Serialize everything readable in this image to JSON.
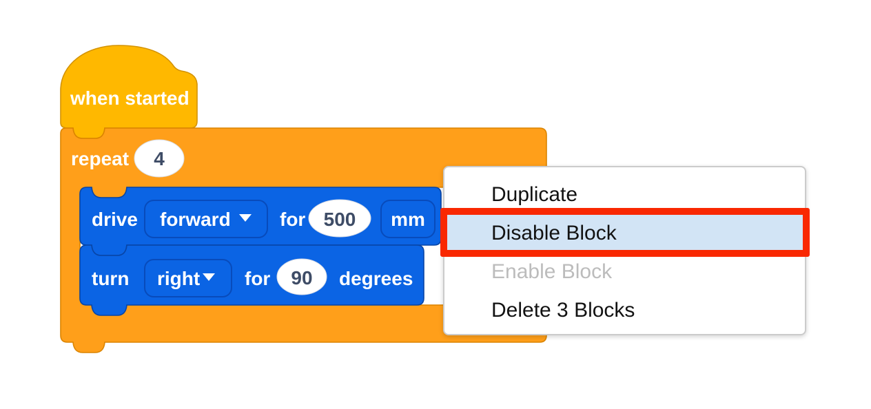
{
  "workspace": {
    "when_started": {
      "label": "when started"
    },
    "repeat": {
      "label": "repeat",
      "count": "4"
    },
    "drive": {
      "label": "drive",
      "direction": "forward",
      "for": "for",
      "distance": "500",
      "unit": "mm"
    },
    "turn": {
      "label": "turn",
      "direction": "right",
      "for": "for",
      "angle": "90",
      "unit": "degrees"
    }
  },
  "context_menu": {
    "items": [
      {
        "label": "Duplicate",
        "state": "normal"
      },
      {
        "label": "Disable Block",
        "state": "highlighted"
      },
      {
        "label": "Enable Block",
        "state": "disabled"
      },
      {
        "label": "Delete 3 Blocks",
        "state": "normal"
      }
    ]
  },
  "icons": {
    "dropdown_arrow": "chevron-down-icon"
  },
  "colors": {
    "hat_block": "#FFB800",
    "c_block": "#FF9F1A",
    "command_block": "#0B64E4",
    "menu_highlight": "#D2E4F5",
    "annotation_red": "#F92802",
    "disabled_text": "#BCBCBC",
    "value_text": "#3E4C66",
    "block_text": "#FFFFFF"
  }
}
